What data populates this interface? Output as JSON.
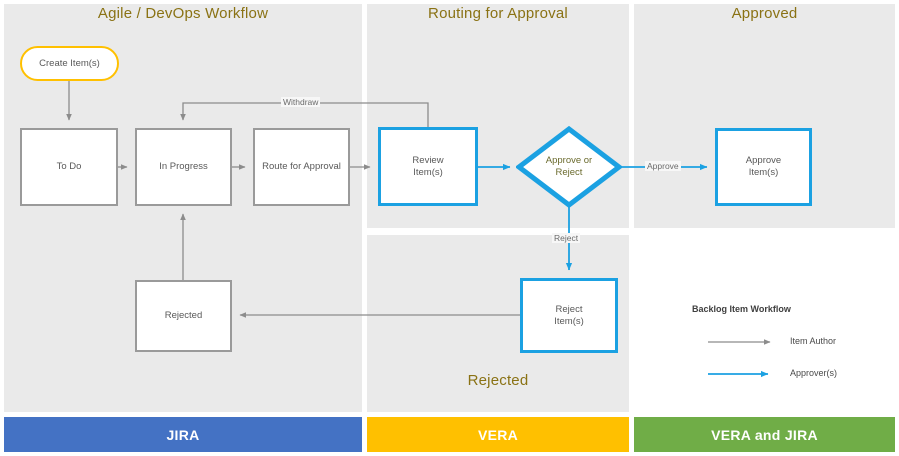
{
  "diagram": {
    "title": "Backlog Item Workflow",
    "panels": [
      {
        "id": "agile",
        "title": "Agile / DevOps Workflow"
      },
      {
        "id": "routing",
        "title": "Routing for Approval"
      },
      {
        "id": "approved",
        "title": "Approved"
      },
      {
        "id": "rejected",
        "title": "Rejected"
      }
    ],
    "nodes": [
      {
        "id": "create",
        "label": "Create Item(s)",
        "shape": "pill",
        "style": "amber"
      },
      {
        "id": "todo",
        "label": "To Do",
        "shape": "rect",
        "style": "gray"
      },
      {
        "id": "inprog",
        "label": "In Progress",
        "shape": "rect",
        "style": "gray"
      },
      {
        "id": "route",
        "label": "Route for Approval",
        "shape": "rect",
        "style": "gray"
      },
      {
        "id": "review",
        "label": "Review\nItem(s)",
        "shape": "rect",
        "style": "blue"
      },
      {
        "id": "decision",
        "label": "Approve or\nReject",
        "shape": "diamond",
        "style": "blue"
      },
      {
        "id": "approve",
        "label": "Approve\nItem(s)",
        "shape": "rect",
        "style": "blue"
      },
      {
        "id": "rejectit",
        "label": "Reject\nItem(s)",
        "shape": "rect",
        "style": "blue"
      },
      {
        "id": "rejected",
        "label": "Rejected",
        "shape": "rect",
        "style": "gray"
      }
    ],
    "edge_labels": {
      "withdraw": "Withdraw",
      "approve": "Approve",
      "reject": "Reject"
    },
    "legend": {
      "title": "Backlog Item Workflow",
      "items": [
        {
          "label": "Item Author",
          "color": "#8c8c8c"
        },
        {
          "label": "Approver(s)",
          "color": "#1BA1E2"
        }
      ]
    },
    "system_bars": [
      {
        "label": "JIRA",
        "color": "#4472C4"
      },
      {
        "label": "VERA",
        "color": "#FFC000"
      },
      {
        "label": "VERA and JIRA",
        "color": "#70AD47"
      }
    ],
    "colors": {
      "panel_bg": "#eaeaea",
      "panel_title": "#8a7214",
      "gray_stroke": "#9a9a9a",
      "blue_stroke": "#1BA1E2",
      "amber_stroke": "#FFC000",
      "node_text": "#595959"
    }
  }
}
